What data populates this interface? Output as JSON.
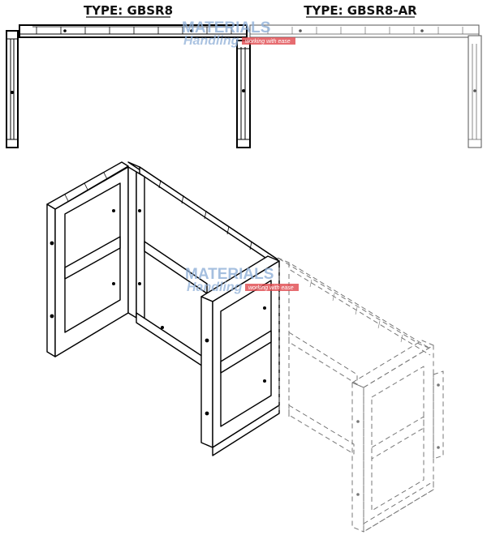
{
  "labels": {
    "left": "TYPE: GBSR8",
    "right": "TYPE: GBSR8-AR"
  },
  "watermark": {
    "line1": "MATERIALS",
    "line2": "Handling",
    "tagline": "working with ease",
    "color_text": "#8fb0d8",
    "color_badge": "#e0474c"
  },
  "colors": {
    "line_solid": "#000000",
    "line_dashed": "#777777"
  }
}
